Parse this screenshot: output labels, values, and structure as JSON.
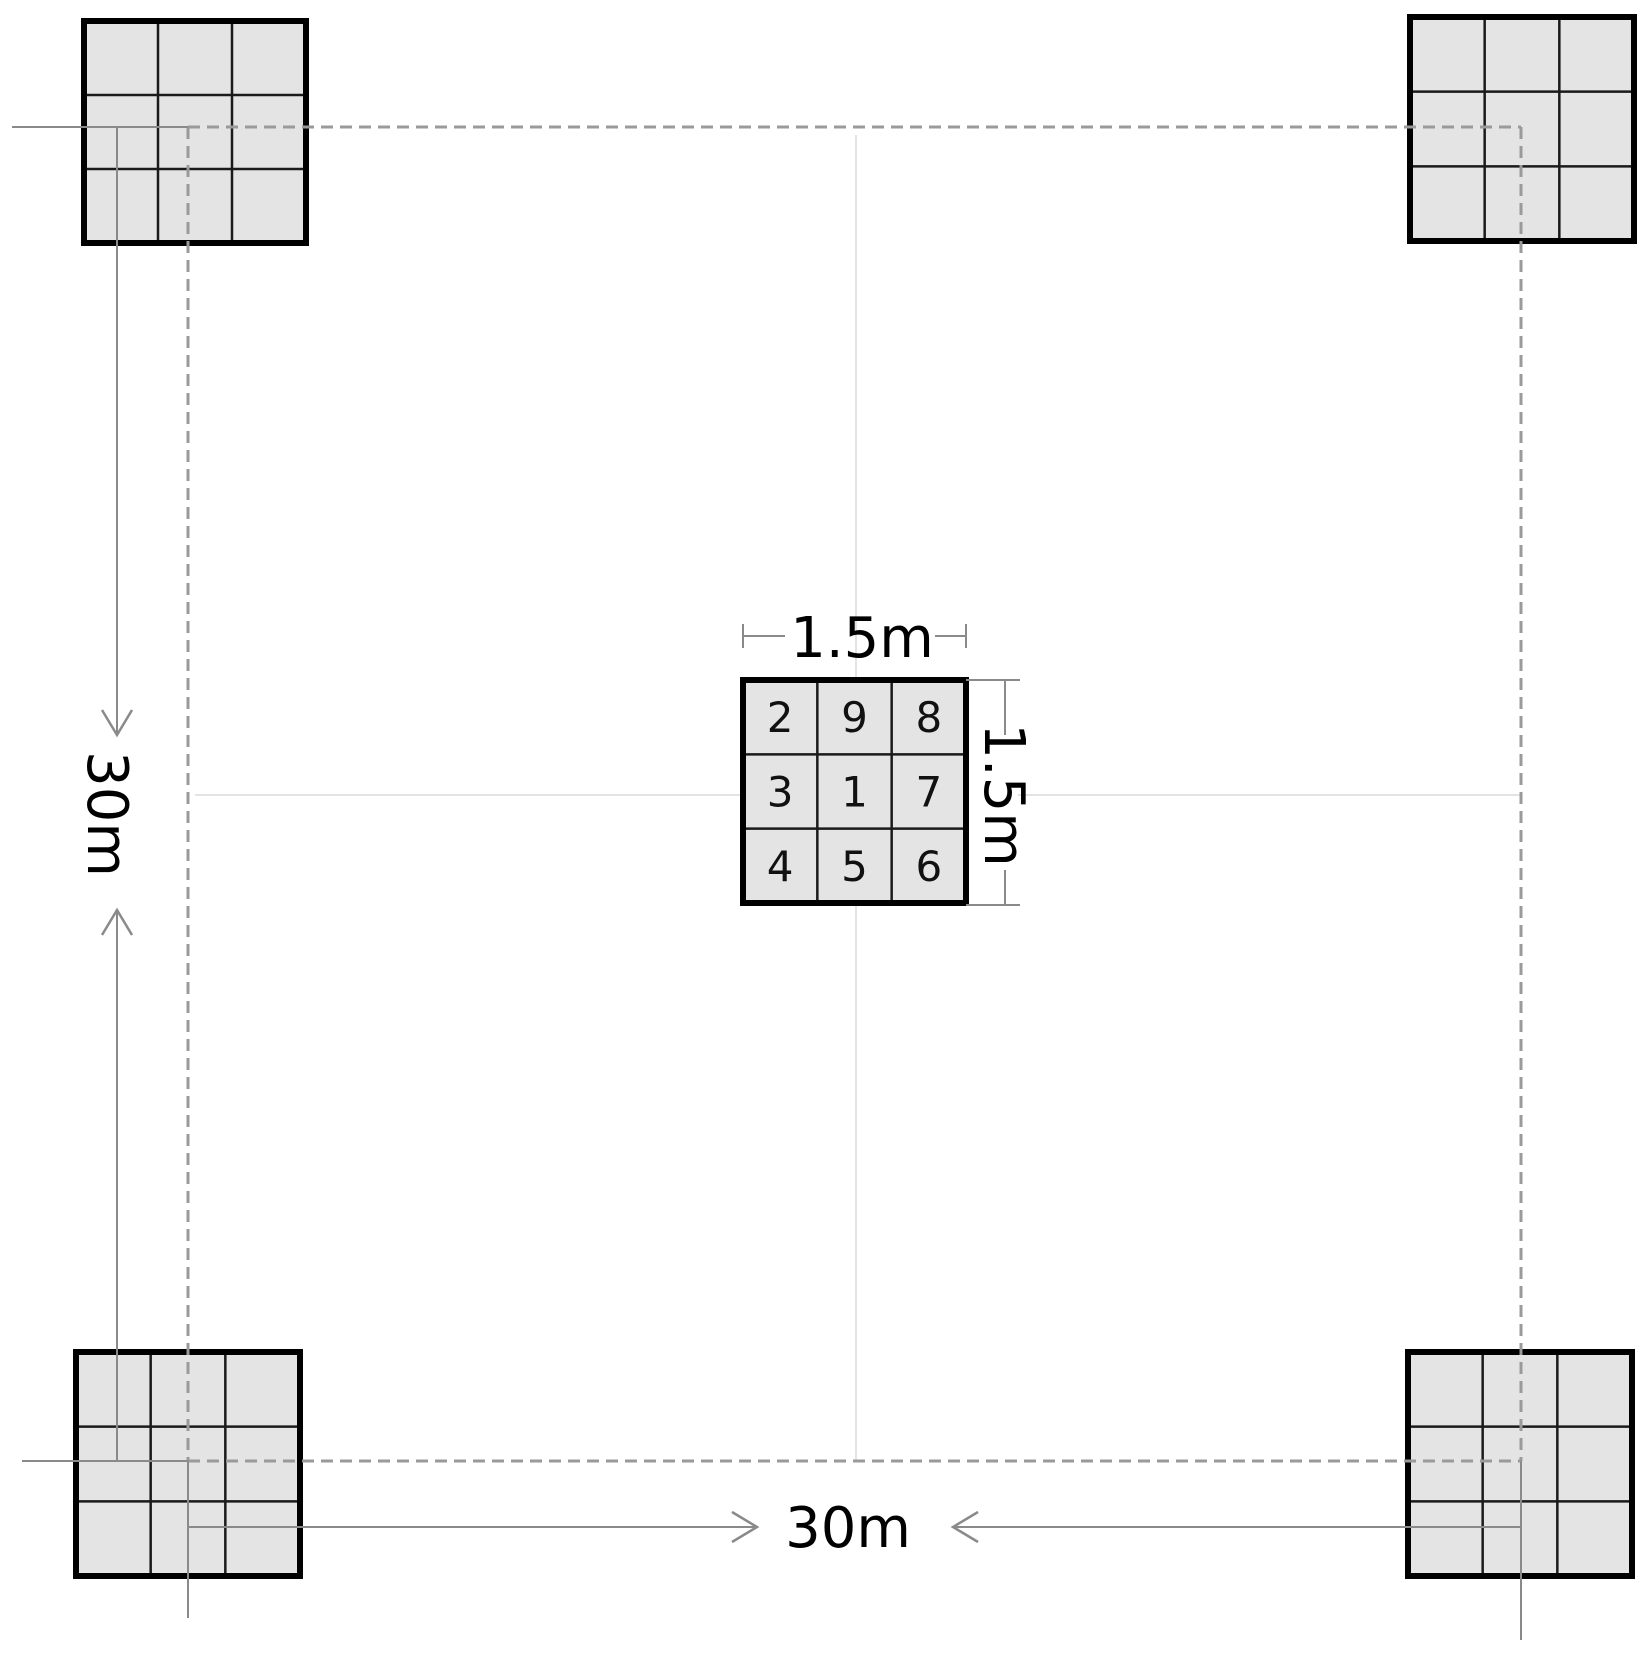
{
  "diagram": {
    "center_plot": {
      "cells": [
        "2",
        "9",
        "8",
        "3",
        "1",
        "7",
        "4",
        "5",
        "6"
      ],
      "width_label": "1.5m",
      "height_label": "1.5m"
    },
    "spacing": {
      "vertical_label": "30m",
      "horizontal_label": "30m"
    },
    "colors": {
      "cell_fill": "#e4e4e4",
      "border": "#000000",
      "dashed_line": "#9a9a9a",
      "guide_line": "#8a8a8a"
    }
  }
}
